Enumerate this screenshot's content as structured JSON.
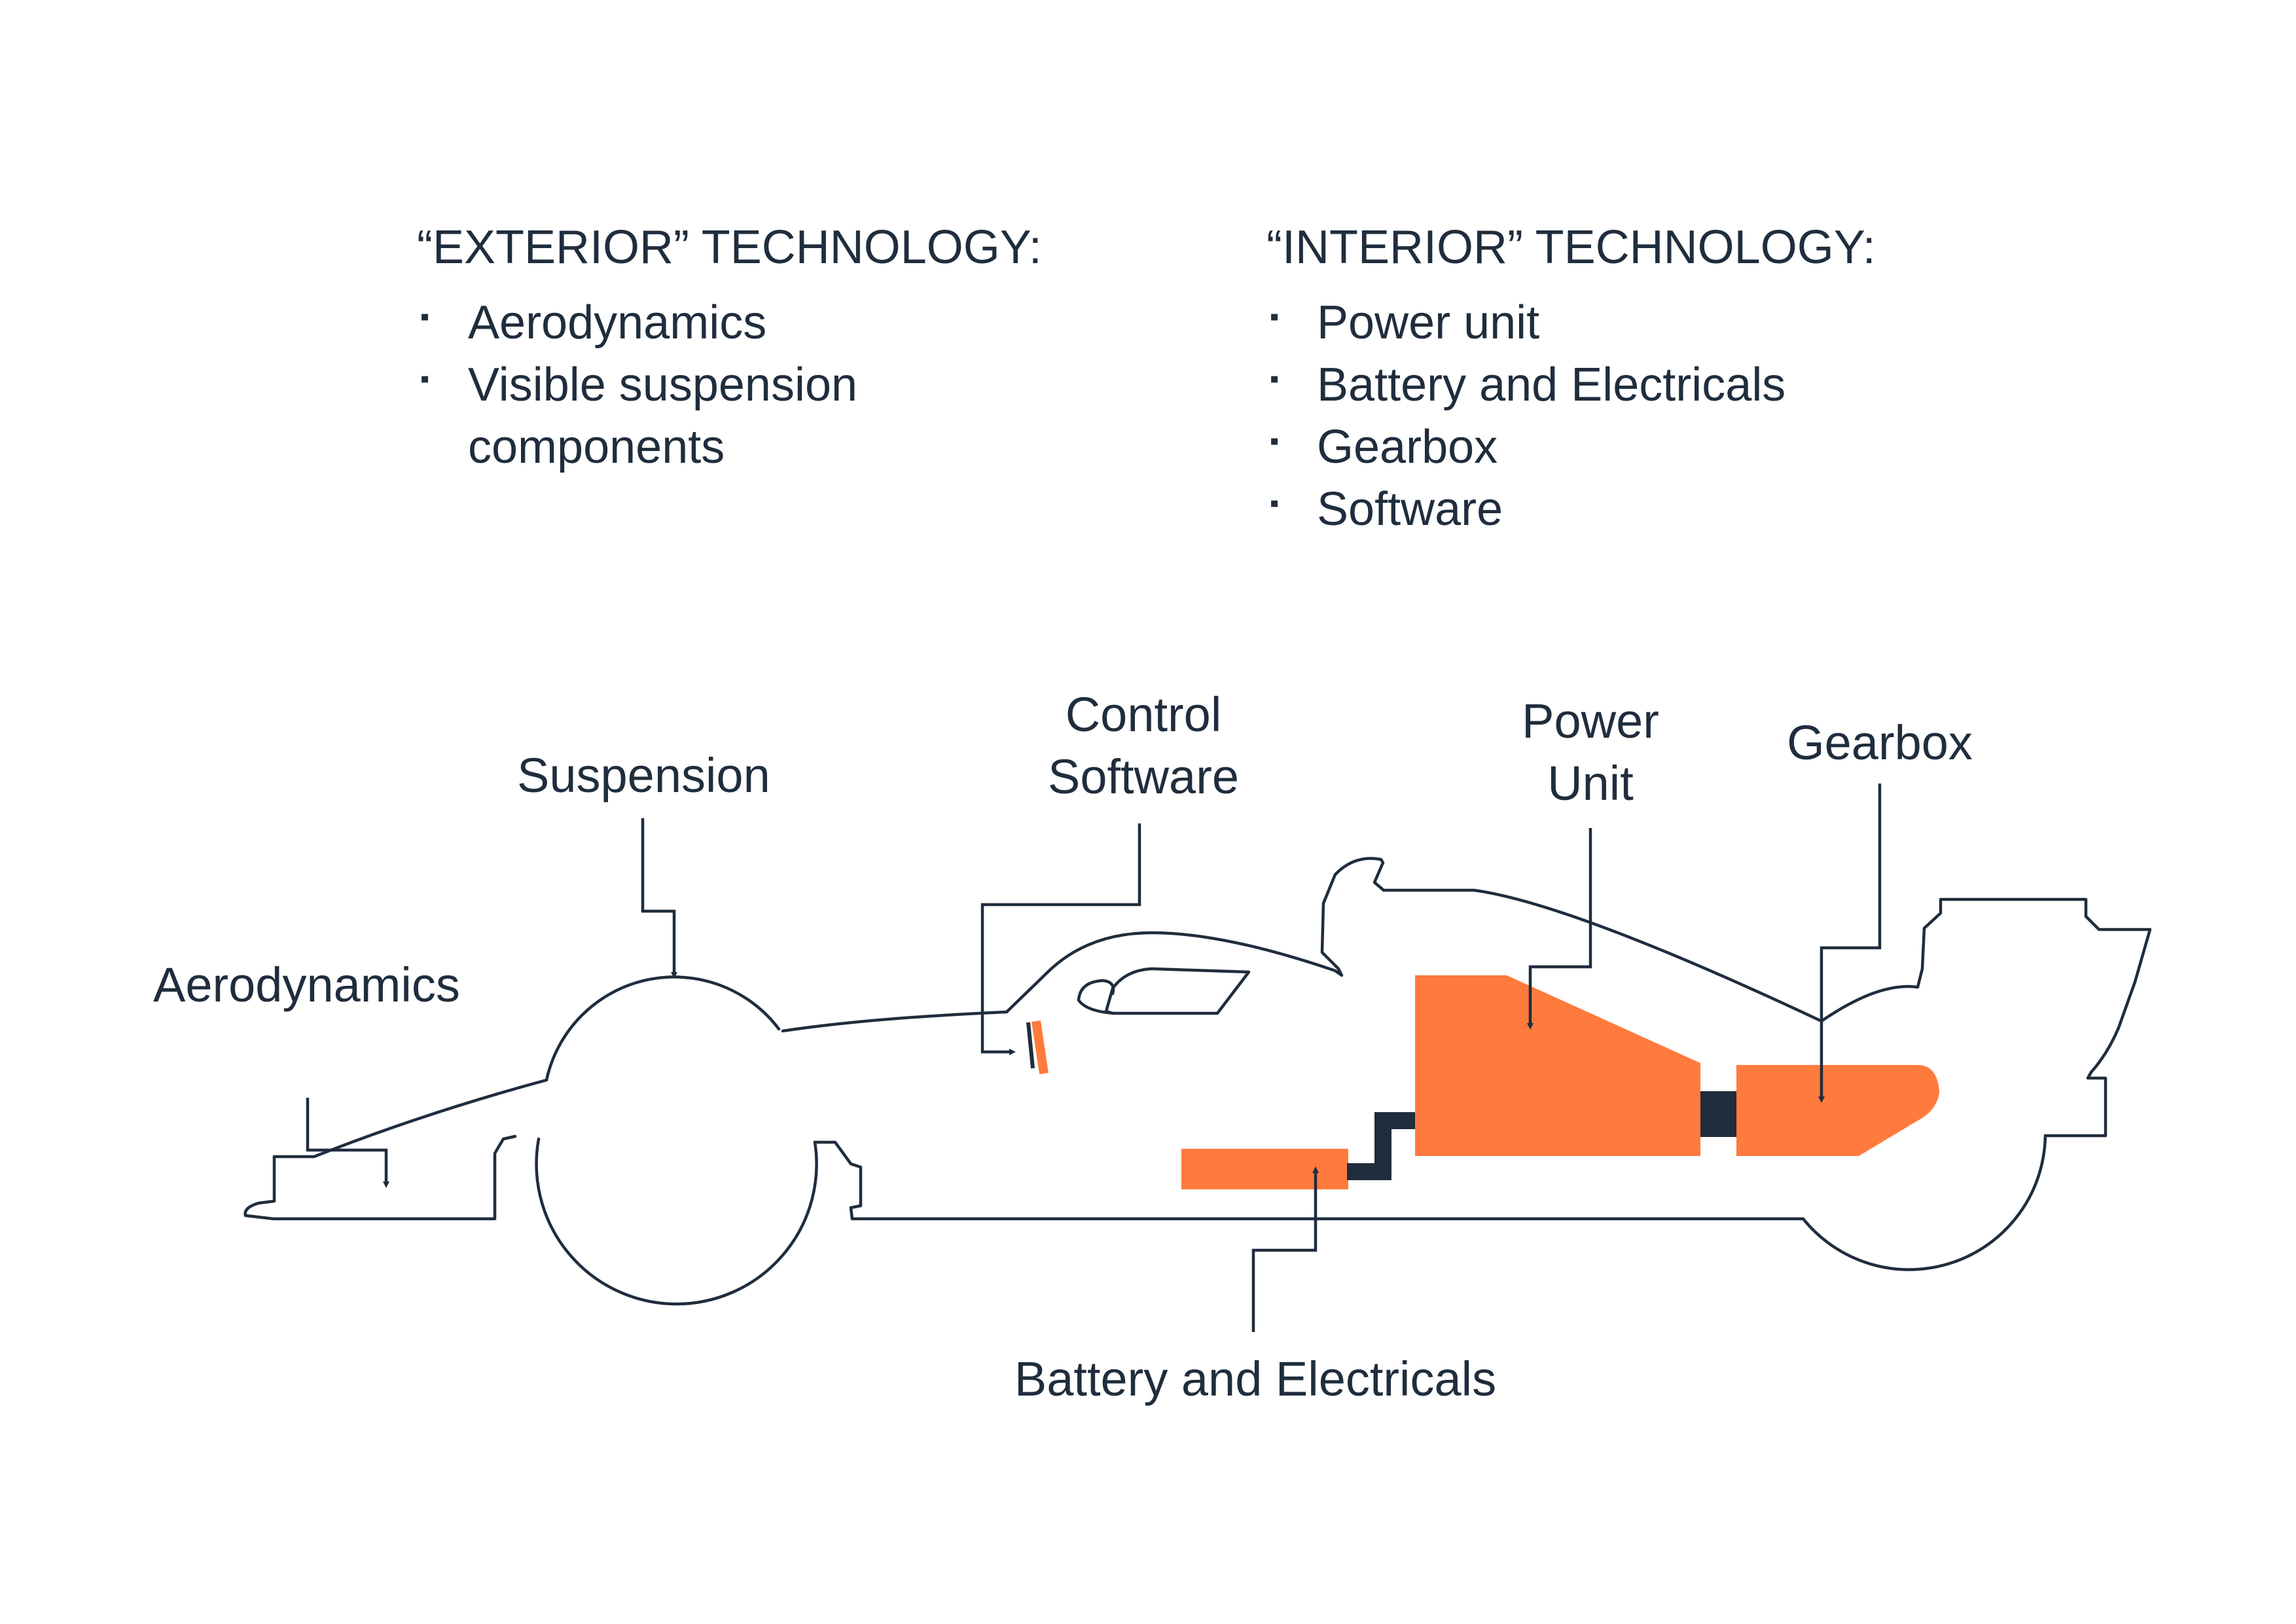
{
  "exterior": {
    "heading": "“EXTERIOR” TECHNOLOGY:",
    "items": [
      "Aerodynamics",
      "Visible suspension",
      "components"
    ]
  },
  "interior": {
    "heading": "“INTERIOR” TECHNOLOGY:",
    "items": [
      "Power unit",
      "Battery and Electricals",
      "Gearbox",
      "Software"
    ]
  },
  "callouts": {
    "aerodynamics": "Aerodynamics",
    "suspension": "Suspension",
    "control_software_line1": "Control",
    "control_software_line2": "Software",
    "power_unit_line1": "Power",
    "power_unit_line2": "Unit",
    "gearbox": "Gearbox",
    "battery": "Battery and Electricals"
  },
  "bullet_glyph": "▪",
  "colors": {
    "outline": "#1f2d3d",
    "component": "#ff7a3d",
    "text": "#1f2d3d",
    "background": "#ffffff"
  }
}
